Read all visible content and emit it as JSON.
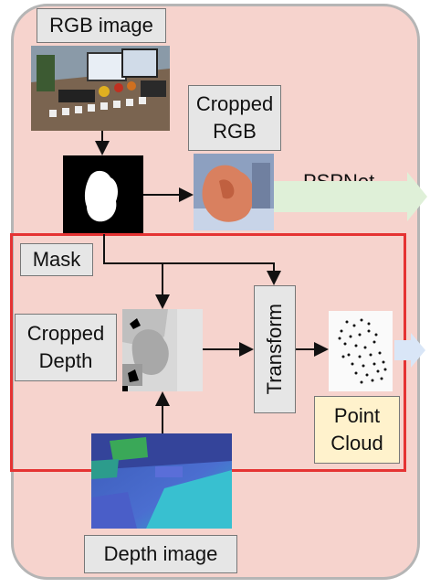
{
  "labels": {
    "rgb_image": "RGB image",
    "cropped_rgb": "Cropped RGB",
    "pspnet": "PSPNet",
    "mask": "Mask",
    "cropped_depth": "Cropped Depth",
    "transform": "Transform",
    "point_cloud": "Point Cloud",
    "depth_image": "Depth image"
  },
  "colors": {
    "panel_bg": "#f6d3cd",
    "panel_border": "#b5b5b5",
    "frame": "#e53333",
    "green_arrow": "#dff0d8",
    "blue_arrow": "#d9e6f7",
    "point_cloud_bg": "#fff2cc"
  }
}
